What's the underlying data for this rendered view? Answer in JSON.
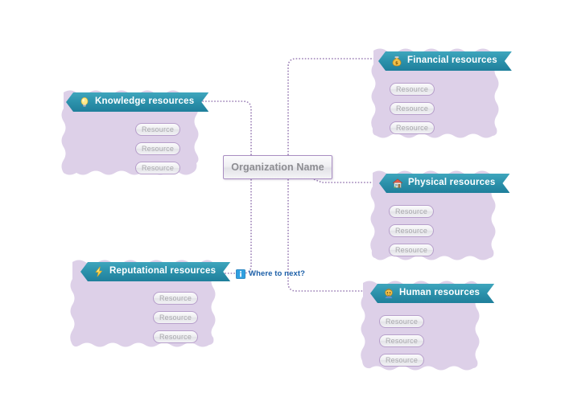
{
  "canvas": {
    "background": "#ffffff",
    "connector_color": "#9b7fb5",
    "panel_fill": "#ddd0e8",
    "header_color": "#2d93ad"
  },
  "center": {
    "label": "Organization Name"
  },
  "note": {
    "icon": "info-icon",
    "label": "Where to next?"
  },
  "branches": [
    {
      "id": "knowledge",
      "label": "Knowledge resources",
      "icon": "lightbulb-icon",
      "side": "left",
      "resources": [
        {
          "label": "Resource"
        },
        {
          "label": "Resource"
        },
        {
          "label": "Resource"
        }
      ]
    },
    {
      "id": "reputational",
      "label": "Reputational resources",
      "icon": "lightning-bolt-icon",
      "side": "left",
      "resources": [
        {
          "label": "Resource"
        },
        {
          "label": "Resource"
        },
        {
          "label": "Resource"
        }
      ]
    },
    {
      "id": "financial",
      "label": "Financial resources",
      "icon": "money-bag-icon",
      "side": "right",
      "resources": [
        {
          "label": "Resource"
        },
        {
          "label": "Resource"
        },
        {
          "label": "Resource"
        }
      ]
    },
    {
      "id": "physical",
      "label": "Physical resources",
      "icon": "house-icon",
      "side": "right",
      "resources": [
        {
          "label": "Resource"
        },
        {
          "label": "Resource"
        },
        {
          "label": "Resource"
        }
      ]
    },
    {
      "id": "human",
      "label": "Human resources",
      "icon": "person-icon",
      "side": "right",
      "resources": [
        {
          "label": "Resource"
        },
        {
          "label": "Resource"
        },
        {
          "label": "Resource"
        }
      ]
    }
  ]
}
